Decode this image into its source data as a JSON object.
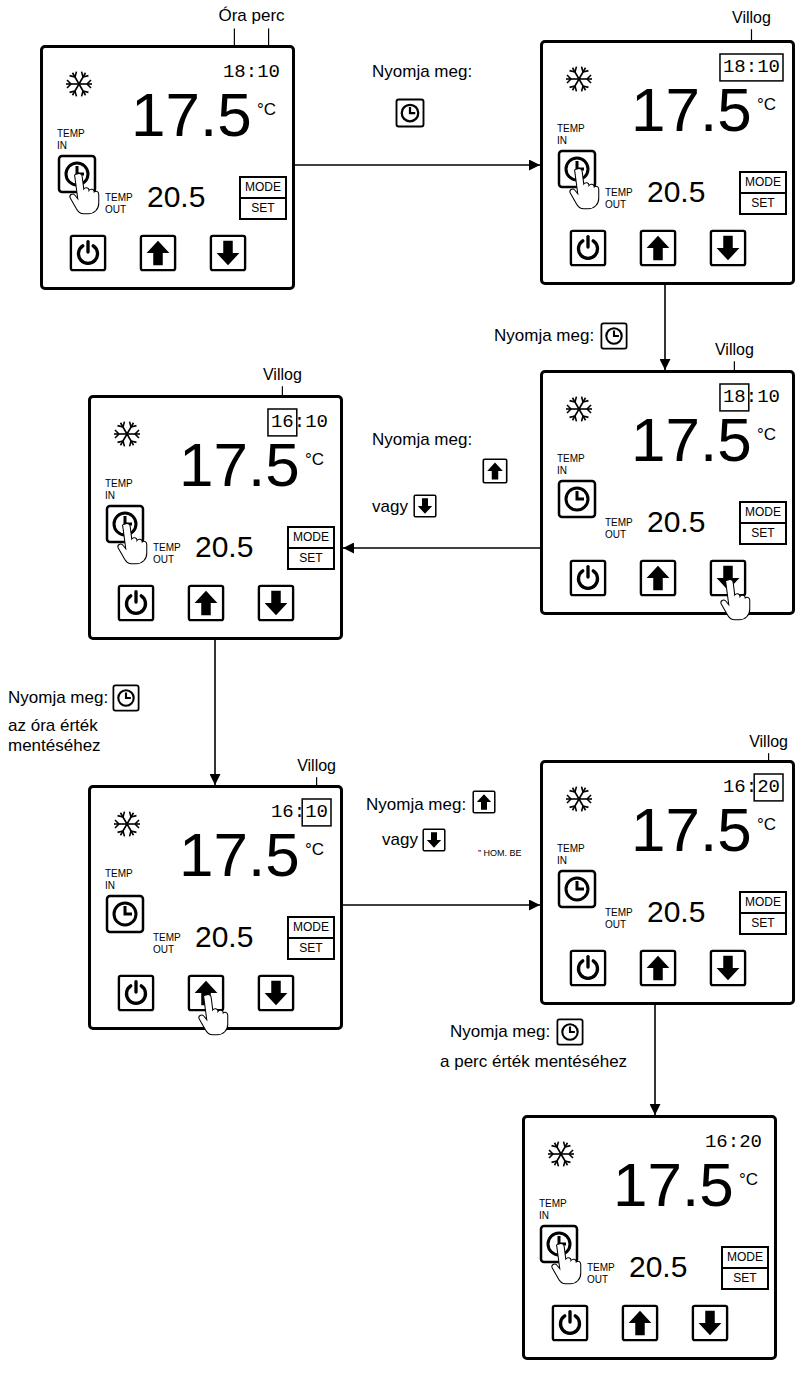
{
  "diagram": {
    "nodes": [
      {
        "text": [
          "18",
          ":",
          "10",
          "TEMP IN",
          "17.5",
          "°C",
          "TEMP OUT",
          "20.5"
        ]
      },
      {
        "text": [
          "MODE",
          "SET"
        ],
        "in": 0
      },
      {
        "text": [
          "18",
          ":",
          "10",
          "TEMP IN",
          "17.5",
          "°C",
          "TEMP OUT",
          "20.5"
        ]
      },
      {
        "text": [
          "MODE",
          "SET"
        ],
        "in": 2
      },
      {
        "text": [
          "18",
          ":",
          "10",
          "TEMP IN",
          "17.5",
          "°C",
          "TEMP OUT",
          "20.5"
        ]
      },
      {
        "text": [
          "MODE",
          "SET"
        ],
        "in": 4
      },
      {
        "text": [
          "16",
          ":",
          "10",
          "TEMP IN",
          "17.5",
          "°C",
          "TEMP OUT",
          "20.5"
        ]
      },
      {
        "text": [
          "MODE",
          "SET"
        ],
        "in": 6
      },
      {
        "text": [
          "16",
          ":",
          "10",
          "TEMP IN",
          "17.5",
          "°C",
          "TEMP OUT",
          "20.5"
        ]
      },
      {
        "text": [
          "MODE",
          "SET"
        ],
        "in": 8
      },
      {
        "text": [
          "16",
          ":",
          "20",
          "TEMP IN",
          "17.5",
          "°C",
          "TEMP OUT",
          "20.5"
        ]
      },
      {
        "text": [
          "MODE",
          "SET"
        ],
        "in": 10
      },
      {
        "text": [
          "16",
          ":",
          "20",
          "TEMP IN",
          "17.5",
          "°C",
          "TEMP OUT",
          "20.5"
        ]
      },
      {
        "text": [
          "MODE",
          "SET"
        ],
        "in": 12
      }
    ],
    "edges": [
      {
        "from": 0,
        "to": 2,
        "label": "Nyomja meg:",
        "arrow": "to"
      },
      {
        "from": 2,
        "to": 4,
        "label": "Nyomja meg:",
        "arrow": "to"
      },
      {
        "from": 4,
        "to": 6,
        "label": "Nyomja meg:",
        "arrow": "to"
      },
      {
        "from": 6,
        "to": 8,
        "label": "Nyomja meg:",
        "arrow": "to"
      },
      {
        "from": 8,
        "to": 10,
        "label": "Nyomja meg:",
        "arrow": "to"
      },
      {
        "from": 10,
        "to": 12,
        "label": "Nyomja meg:",
        "arrow": "to"
      }
    ],
    "labels": [
      "Óra perc",
      "Villog",
      "Villog",
      "Villog",
      "Villog",
      "Villog",
      "vagy",
      "az óra érték mentéséhez",
      "vagy",
      "” HOM. BE",
      "a perc érték mentéséhez"
    ]
  }
}
